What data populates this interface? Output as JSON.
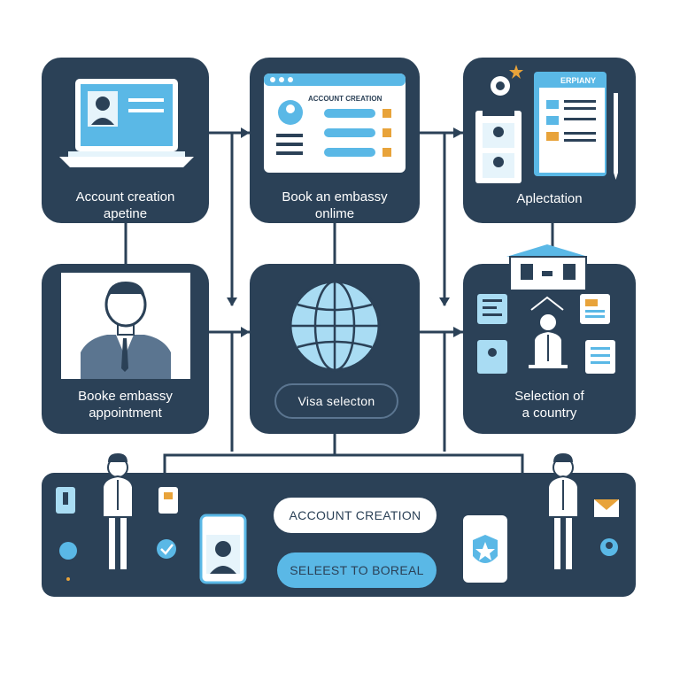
{
  "tiles": {
    "top_left": {
      "label": "Account creation\napetine"
    },
    "top_center": {
      "label": "Book an embassy\nonlime",
      "screen_heading": "ACCOUNT CREATION"
    },
    "top_right": {
      "label": "Aplectation",
      "doc_heading": "ERPIANY"
    },
    "mid_left": {
      "label": "Booke embassy\nappointment"
    },
    "mid_center": {
      "button_label": "Visa selecton"
    },
    "mid_right": {
      "label": "Selection of\na country"
    }
  },
  "bottom": {
    "pill_top": "ACCOUNT CREATION",
    "pill_bottom": "SELEEST TO BOREAL"
  },
  "colors": {
    "tile": "#2b4157",
    "accent": "#5ab8e6",
    "light_accent": "#a9dcf3",
    "connector": "#2b4157",
    "star": "#e8a33a"
  }
}
